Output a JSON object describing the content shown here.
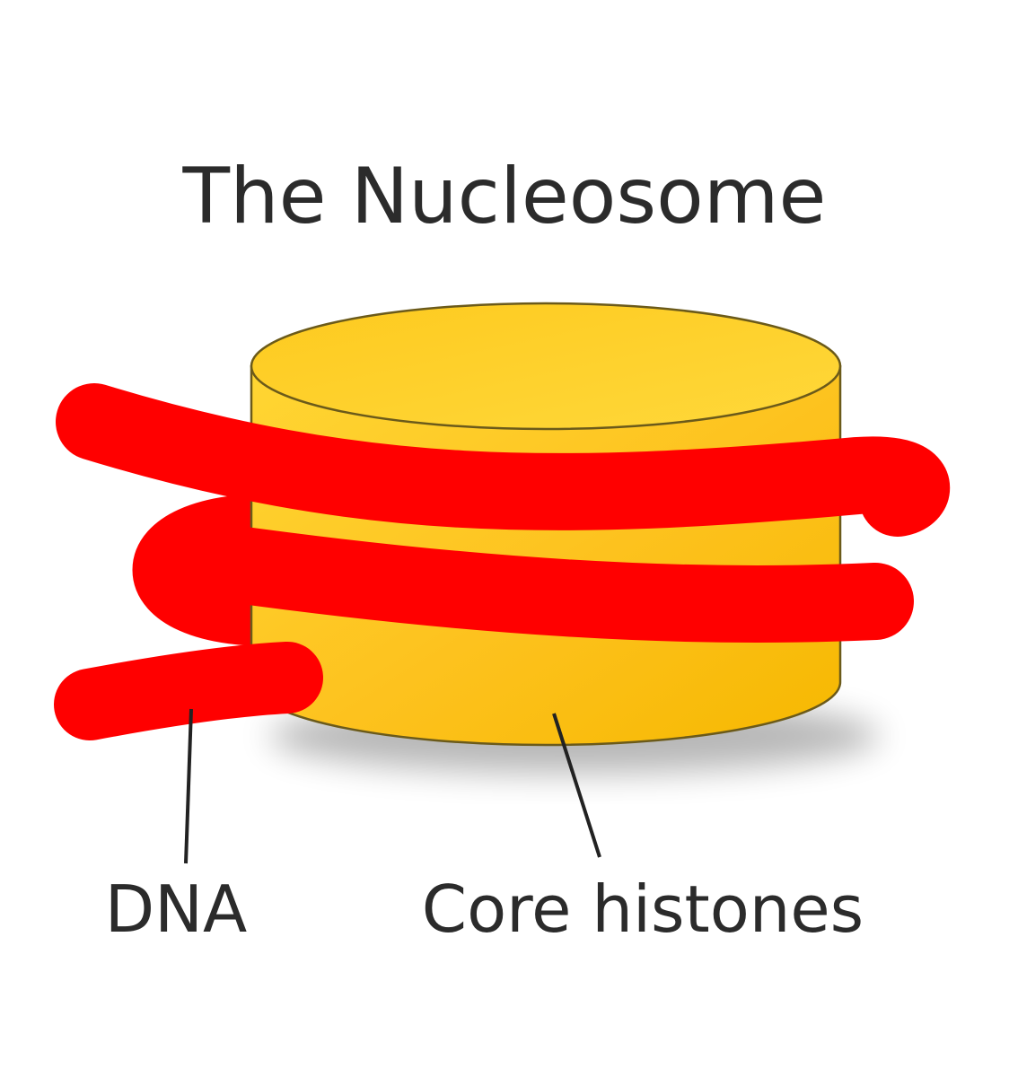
{
  "title": "The Nucleosome",
  "labels": {
    "dna": "DNA",
    "core_histones": "Core histones"
  },
  "colors": {
    "background": "#ffffff",
    "dna_strand": "#ff0000",
    "histone_core": "#fdc21e",
    "histone_outline": "#6b5a1a",
    "text": "#2b2b2b",
    "leader_line": "#222222"
  }
}
